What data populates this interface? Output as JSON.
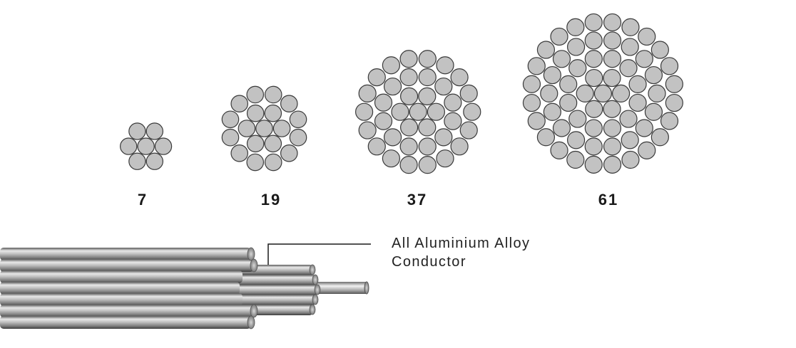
{
  "bundles": [
    {
      "id": "b7",
      "label": "7",
      "strands": 7
    },
    {
      "id": "b19",
      "label": "19",
      "strands": 19
    },
    {
      "id": "b37",
      "label": "37",
      "strands": 37
    },
    {
      "id": "b61",
      "label": "61",
      "strands": 61
    }
  ],
  "callout": {
    "line1": "All Aluminium Alloy",
    "line2": "Conductor"
  },
  "colors": {
    "strand_fill": "#c2c2c2",
    "strand_stroke": "#3a3a3a",
    "label": "#1a1a1a",
    "callout_line": "#1a1a1a"
  }
}
